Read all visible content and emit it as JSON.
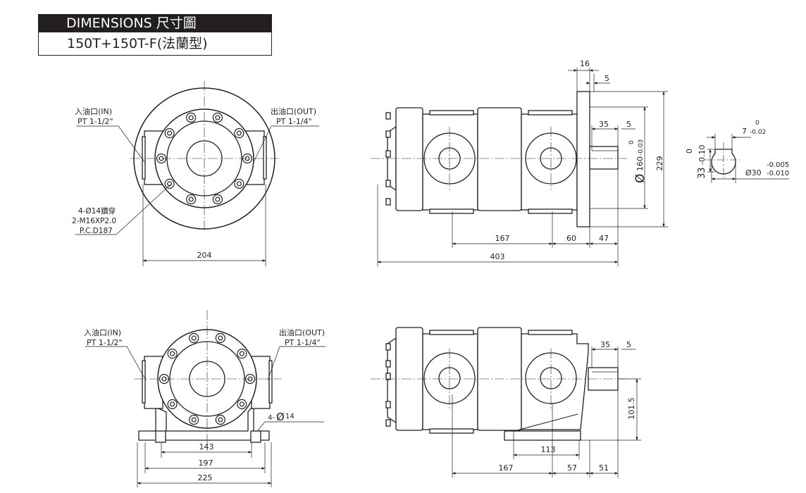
{
  "header": {
    "title": "DIMENSIONS 尺寸圖",
    "model": "150T+150T-F(法蘭型)"
  },
  "flange_view": {
    "inlet_label": "入油口(IN)",
    "inlet_thread": "PT  1-1/2\"",
    "outlet_label": "出油口(OUT)",
    "outlet_thread": "PT  1-1/4\"",
    "bolt_note_1": "4-Ø14鑽穿",
    "bolt_note_2": "2-M16XP2.0",
    "bolt_note_3": "P.C.D187",
    "width": "204"
  },
  "flange_side": {
    "dim_top_16": "16",
    "dim_top_5": "5",
    "dim_35": "35",
    "dim_5": "5",
    "pilot_dia": "160",
    "pilot_tol_upper": "0",
    "pilot_tol_lower": "-0.03",
    "height": "229",
    "dim_167": "167",
    "dim_60": "60",
    "dim_47": "47",
    "length": "403"
  },
  "shaft_detail": {
    "key_width": "7",
    "key_tol_upper": "0",
    "key_tol_lower": "-0.02",
    "key_height": "33",
    "height_tol_upper": "0",
    "height_tol_lower": "-0.10",
    "shaft_dia": "Ø30",
    "dia_tol_upper": "-0.005",
    "dia_tol_lower": "-0.010"
  },
  "foot_view": {
    "inlet_label": "入油口(IN)",
    "inlet_thread": "PT  1-1/2\"",
    "outlet_label": "出油口(OUT)",
    "outlet_thread": "PT  1-1/4\"",
    "hole_note": "4-",
    "hole_dia": "14",
    "dim_143": "143",
    "dim_197": "197",
    "dim_225": "225"
  },
  "foot_side": {
    "dim_35": "35",
    "dim_5": "5",
    "shaft_height": "101.5",
    "dim_113": "113",
    "dim_167": "167",
    "dim_57": "57",
    "dim_51": "51"
  }
}
